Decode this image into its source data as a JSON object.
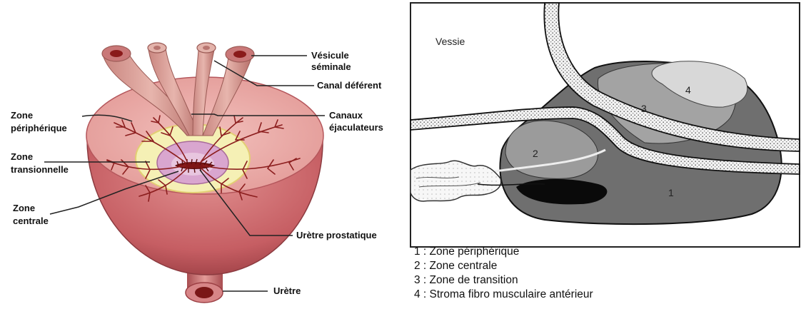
{
  "left_diagram": {
    "labels": {
      "vesicule": [
        "Vésicule",
        "séminale"
      ],
      "canal": "Canal déférent",
      "canaux": [
        "Canaux",
        "éjaculateurs"
      ],
      "zone_periph": [
        "Zone",
        "périphérique"
      ],
      "zone_trans": [
        "Zone",
        "transionnelle"
      ],
      "zone_centrale": [
        "Zone",
        "centrale"
      ],
      "uretre_prost": "Urètre prostatique",
      "uretre": "Urètre"
    }
  },
  "right_diagram": {
    "vessie": "Vessie",
    "zone_numbers": [
      "1",
      "2",
      "3",
      "4"
    ],
    "legend": [
      "1 : Zone périphérique",
      "2 : Zone centrale",
      "3 : Zone de transition",
      "4 : Stroma fibro musculaire antérieur"
    ]
  },
  "colors": {
    "prostate_outer": "#c9676c",
    "prostate_top": "#e9a7a4",
    "transition_zone": "#f4efb4",
    "central_zone": "#d9a6cf",
    "urethra": "#8a1a1a",
    "vessel": "#8c1e1e",
    "gray_dark": "#6f6f6f",
    "gray_mid": "#9b9b9b",
    "gray_light": "#cfcfcf"
  }
}
